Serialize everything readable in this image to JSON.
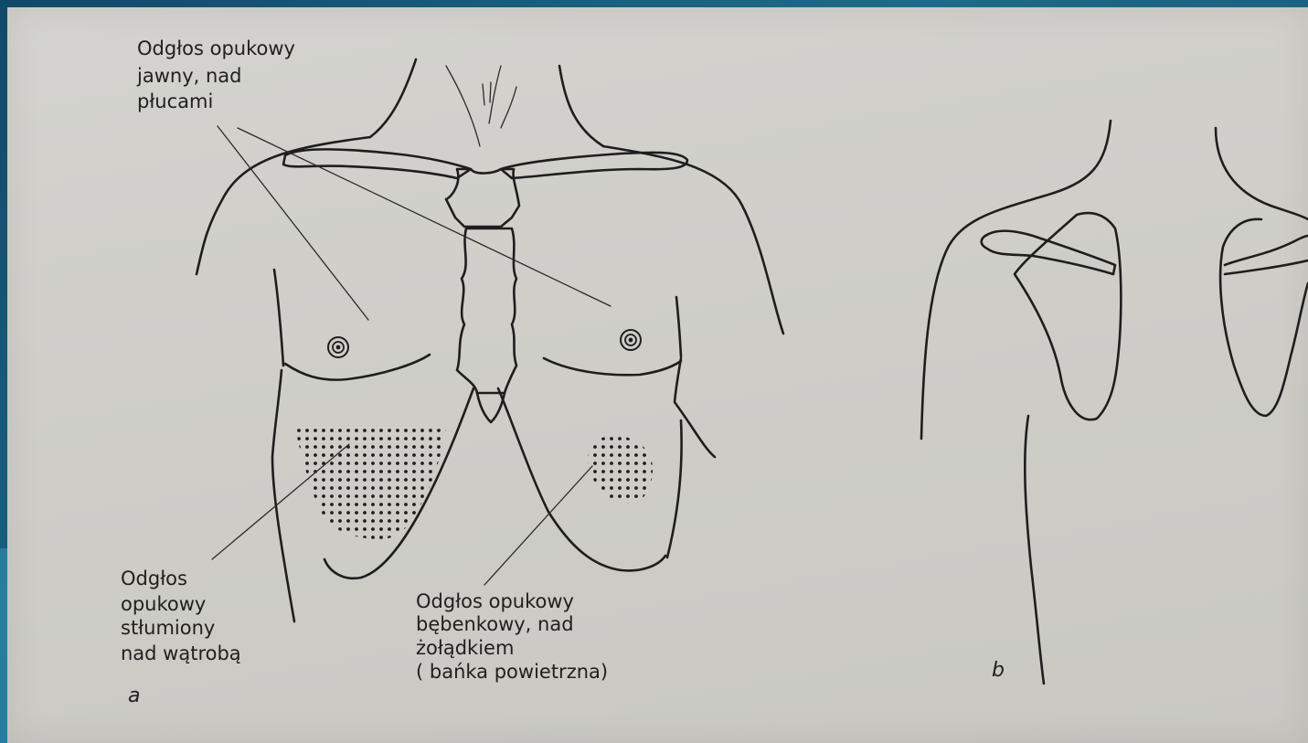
{
  "figure": {
    "panel_a": {
      "letter": "a",
      "label_lungs": [
        "Odgłos opukowy",
        "jawny, nad",
        "płucami"
      ],
      "label_liver": [
        "Odgłos",
        "opukowy",
        "stłumiony",
        "nad wątrobą"
      ],
      "label_stomach": [
        "Odgłos opukowy",
        "bębenkowy, nad",
        "żołądkiem",
        "( bańka powietrzna)"
      ]
    },
    "panel_b": {
      "letter": "b"
    }
  }
}
